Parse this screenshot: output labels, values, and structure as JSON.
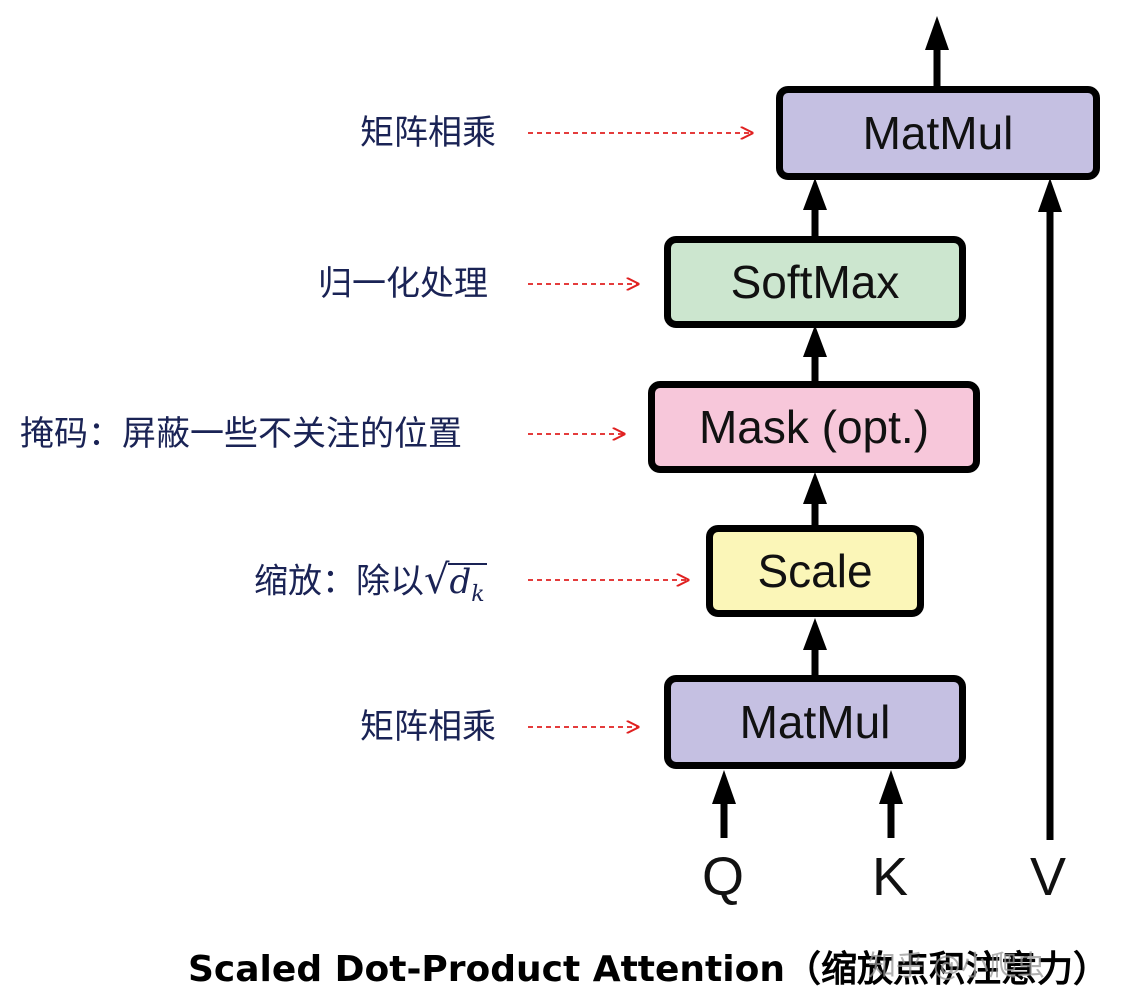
{
  "blocks": {
    "matmul_top": {
      "label": "MatMul",
      "color": "#c5c0e2"
    },
    "softmax": {
      "label": "SoftMax",
      "color": "#cce6cf"
    },
    "mask": {
      "label": "Mask (opt.)",
      "color": "#f7c7da"
    },
    "scale": {
      "label": "Scale",
      "color": "#fbf6b8"
    },
    "matmul_bottom": {
      "label": "MatMul",
      "color": "#c5c0e2"
    }
  },
  "annotations": {
    "matmul_top": "矩阵相乘",
    "softmax": "归一化处理",
    "mask": "掩码：屏蔽一些不关注的位置",
    "scale_prefix": "缩放：除以",
    "scale_math": "d",
    "scale_sub": "k",
    "matmul_bottom": "矩阵相乘"
  },
  "inputs": {
    "q": "Q",
    "k": "K",
    "v": "V"
  },
  "caption": "Scaled Dot-Product Attention（缩放点积注意力）",
  "watermark": "知乎 @小爬虫",
  "colors": {
    "arrow": "#000000",
    "dashed_arrow": "#e02020",
    "label_text": "#1a2355"
  }
}
